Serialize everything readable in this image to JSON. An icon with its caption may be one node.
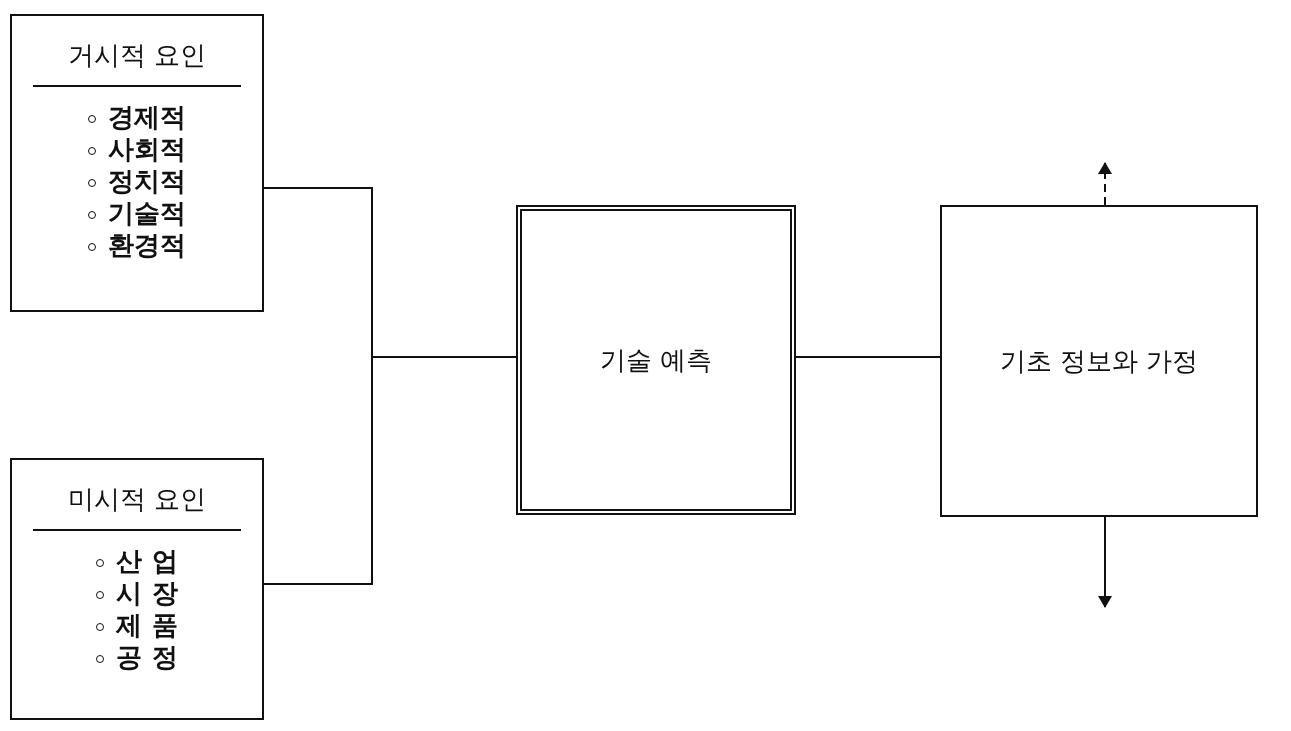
{
  "diagram": {
    "nodes": [
      {
        "text": [
          "거시적 요인",
          "경제적",
          "사회적",
          "정치적",
          "기술적",
          "환경적"
        ]
      },
      {
        "text": [
          "미시적 요인",
          "산 업",
          "시 장",
          "제 품",
          "공 정"
        ]
      },
      {
        "text": [
          "기술 예측"
        ]
      },
      {
        "text": [
          "기초 정보와 가정"
        ]
      }
    ],
    "edges": [
      {
        "from": 0,
        "to": 2,
        "arrow": "none"
      },
      {
        "from": 1,
        "to": 2,
        "arrow": "none"
      },
      {
        "from": 2,
        "to": 3,
        "arrow": "none"
      },
      {
        "from": 3,
        "to": null,
        "arrow": "to",
        "style": "dashed"
      },
      {
        "from": 3,
        "to": null,
        "arrow": "to"
      }
    ]
  }
}
